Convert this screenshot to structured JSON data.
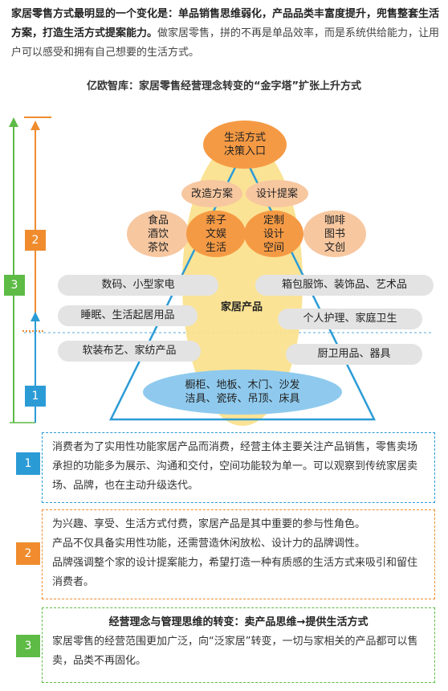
{
  "intro": {
    "bold_line1": "家居零售方式最明显的一个变化是：单品销售思维弱化，产品品类丰富度提升，",
    "bold_line2": "兜售整套生活方案，打造生活方式提案能力。",
    "normal_tail": "做家居零售，拼的不再是单品效率，而是系统供给能力，让用户可以感受和拥有自己想要的生活方式。"
  },
  "subtitle": "亿欧智库：家居零售经营理念转变的“金字塔”扩张上升方式",
  "pyramid": {
    "top": "生活方式\n决策入口",
    "reno": "改造方案",
    "design": "设计提案",
    "food": "食品\n酒饮\n茶饮",
    "family": "亲子\n文娱\n生活",
    "custom": "定制\n设计\n空间",
    "culture": "咖啡\n图书\n文创",
    "center": "家居产品",
    "base": "橱柜、地板、木门、沙发\n洁具、瓷砖、吊顶、床具"
  },
  "pills": {
    "digital": "数码、小型家电",
    "luggage": "箱包服饰、装饰品、艺术品",
    "sleep": "睡眠、生活起居用品",
    "care": "个人护理、家庭卫生",
    "soft": "软装布艺、家纺产品",
    "kitchen": "厨卫用品、器具"
  },
  "arrows": {
    "a1": "1",
    "a2": "2",
    "a3": "3"
  },
  "boxes": {
    "b1": {
      "num": "1",
      "text": "消费者为了实用性功能家居产品而消费，经营主体主要关注产品销售，零售卖场承担的功能多为展示、沟通和交付，空间功能较为单一。可以观察到传统家居卖场、品牌，也在主动升级迭代。"
    },
    "b2": {
      "num": "2",
      "line1": "为兴趣、享受、生活方式付费，家居产品是其中重要的参与性角色。",
      "line2": "产品不仅具备实用性功能，还需营造休闲放松、设计力的品牌调性。",
      "line3": "品牌强调整个家的设计提案能力，希望打造一种有质感的生活方式来吸引和留住消费者。"
    },
    "b3": {
      "num": "3",
      "title": "经营理念与管理思维的转变：卖产品思维→提供生活方式",
      "text": "家居零售的经营范围更加广泛，向“泛家居”转变，一切与家相关的产品都可以售卖，品类不再固化。"
    }
  },
  "colors": {
    "green": "#5dbb46",
    "orange": "#f08c2e",
    "blue": "#2b9bd6",
    "cream": "#fbe08a",
    "peach": "#f7c7a0"
  }
}
